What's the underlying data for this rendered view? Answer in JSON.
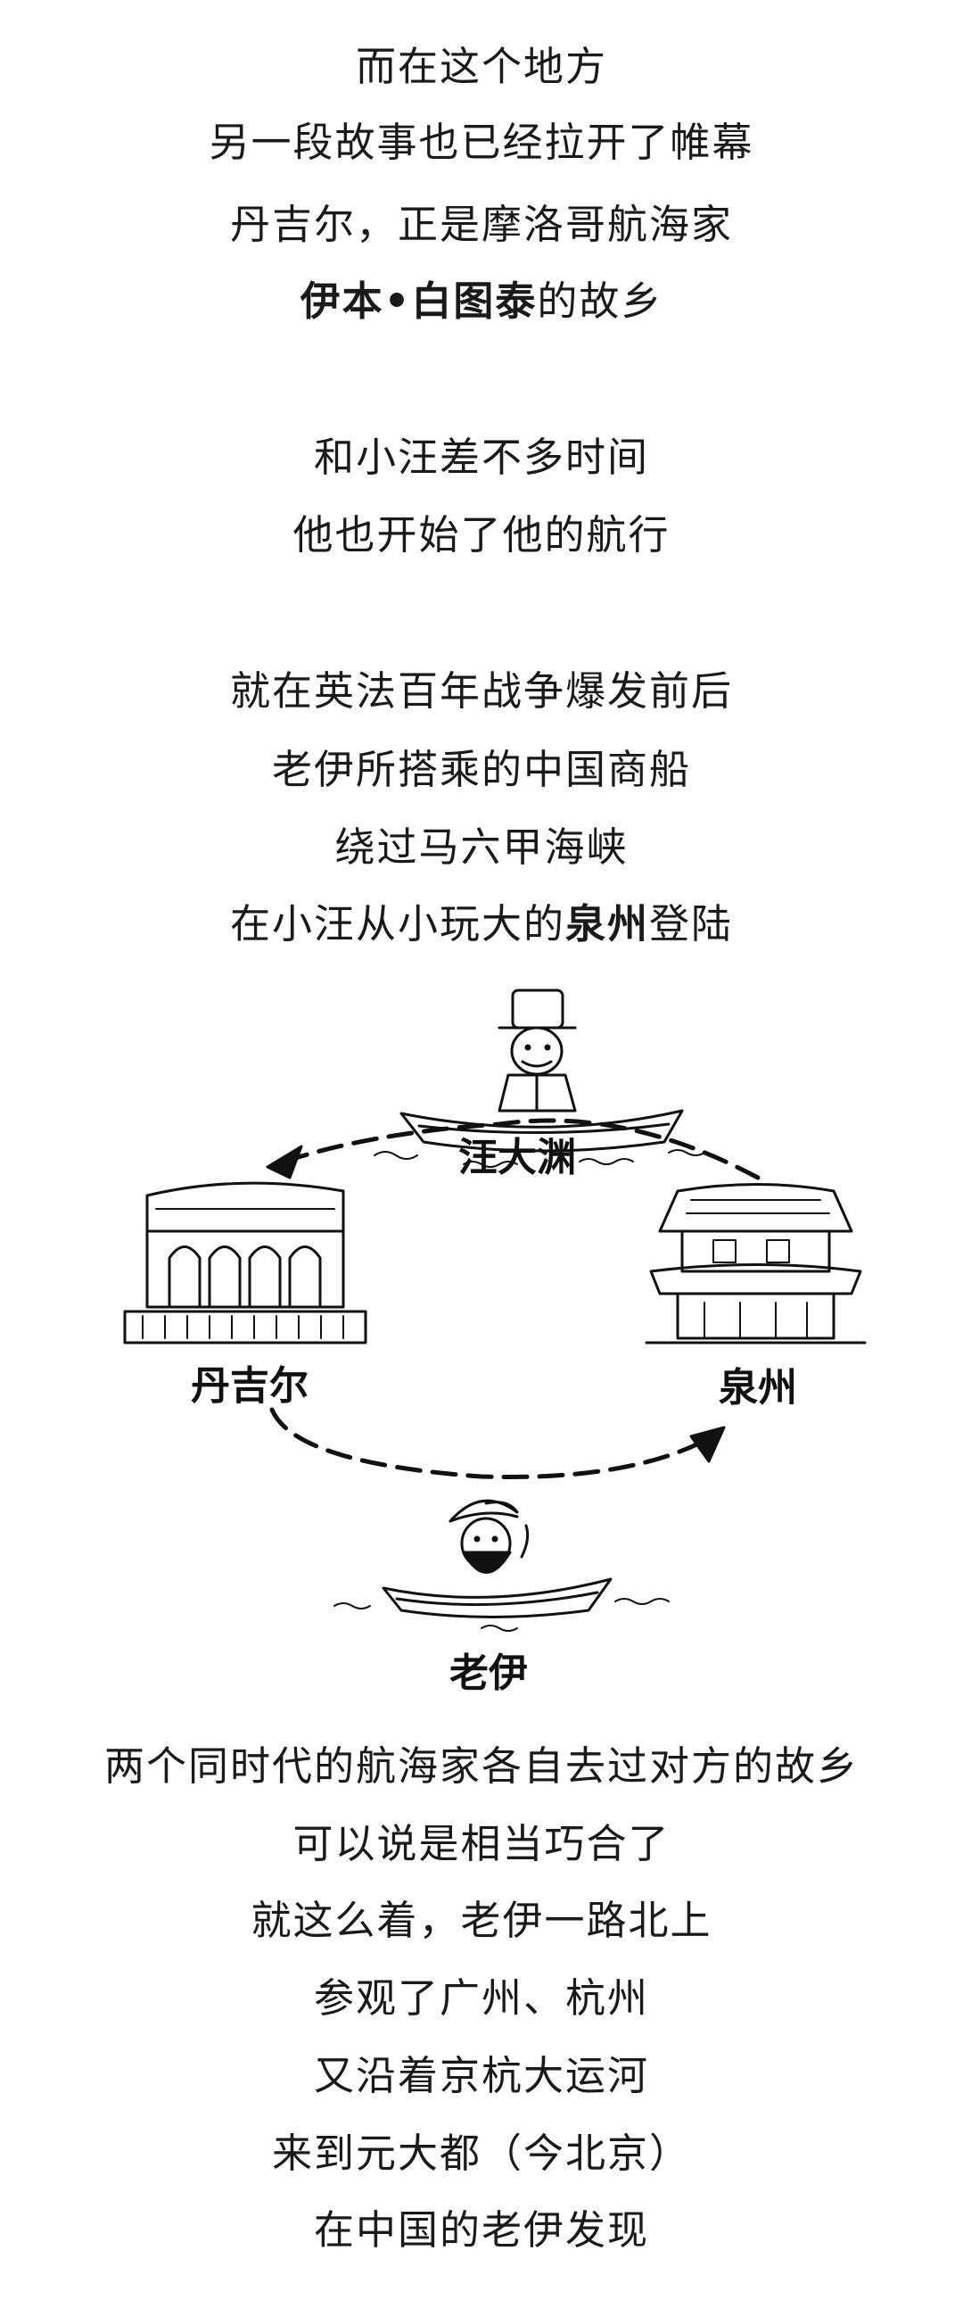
{
  "block1": {
    "l1": "而在这个地方",
    "l2": "另一段故事也已经拉开了帷幕",
    "l3": "丹吉尔，正是摩洛哥航海家",
    "l4_bold": "伊本•白图泰",
    "l4_rest": "的故乡"
  },
  "block2": {
    "l1": "和小汪差不多时间",
    "l2": "他也开始了他的航行"
  },
  "block3": {
    "l1": "就在英法百年战争爆发前后",
    "l2": "老伊所搭乘的中国商船",
    "l3": "绕过马六甲海峡",
    "l4_pre": "在小汪从小玩大的",
    "l4_bold": "泉州",
    "l4_post": "登陆"
  },
  "illustration": {
    "label_wang": "汪大渊",
    "label_tangier": "丹吉尔",
    "label_quanzhou": "泉州",
    "label_yi": "老伊"
  },
  "block4": {
    "l1": "两个同时代的航海家各自去过对方的故乡",
    "l2": "可以说是相当巧合了",
    "l3": "就这么着，老伊一路北上",
    "l4": "参观了广州、杭州",
    "l5": "又沿着京杭大运河",
    "l6": "来到元大都（今北京）",
    "l7": "在中国的老伊发现"
  }
}
